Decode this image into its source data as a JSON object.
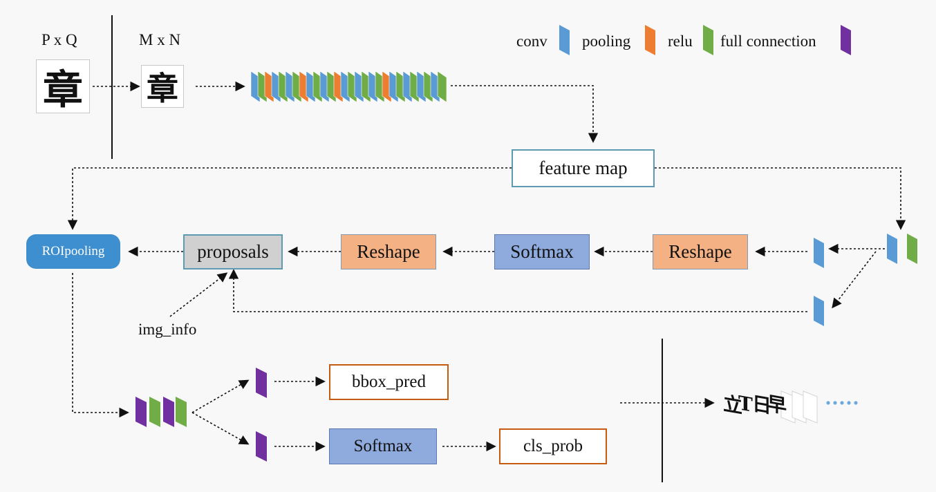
{
  "left_panel": {
    "label_original": "P x Q",
    "label_resized": "M x N",
    "glyph_original": "章",
    "glyph_resized": "章"
  },
  "legend": [
    {
      "label": "conv",
      "color": "#5b9bd5"
    },
    {
      "label": "pooling",
      "color": "#ed7d31"
    },
    {
      "label": "relu",
      "color": "#70ad47"
    },
    {
      "label": "full connection",
      "color": "#7030a0"
    }
  ],
  "backbone_colors": [
    "#5b9bd5",
    "#70ad47",
    "#ed7d31",
    "#5b9bd5",
    "#70ad47",
    "#5b9bd5",
    "#70ad47",
    "#ed7d31",
    "#5b9bd5",
    "#70ad47",
    "#5b9bd5",
    "#70ad47",
    "#ed7d31",
    "#5b9bd5",
    "#70ad47",
    "#5b9bd5",
    "#70ad47",
    "#5b9bd5",
    "#70ad47",
    "#ed7d31",
    "#5b9bd5",
    "#70ad47",
    "#5b9bd5",
    "#70ad47",
    "#5b9bd5",
    "#70ad47",
    "#5b9bd5",
    "#70ad47"
  ],
  "nodes": {
    "feature_map": "feature map",
    "roipooling": "ROIpooling",
    "proposals": "proposals",
    "reshape_1": "Reshape",
    "softmax_1": "Softmax",
    "reshape_2": "Reshape",
    "img_info": "img_info",
    "bbox_pred": "bbox_pred",
    "softmax_2": "Softmax",
    "cls_prob": "cls_prob"
  },
  "output_glyphs": [
    "立",
    "T",
    "日",
    "早"
  ]
}
